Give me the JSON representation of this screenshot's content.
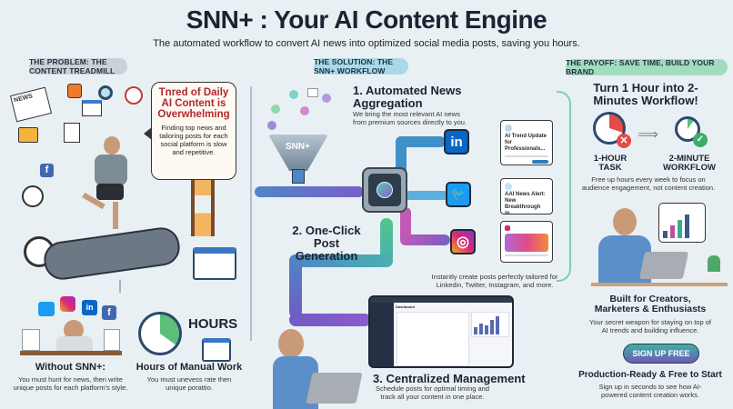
{
  "header": {
    "title": "SNN+ : Your AI Content Engine",
    "subtitle": "The automated workflow to convert AI news into optimized social media posts, saving you hours."
  },
  "problem": {
    "pill": "THE PROBLEM: THE CONTENT TREADMILL",
    "bubble_title": "Tnred of Daily AI Content is Overwhelming",
    "bubble_text": "Finding top news and tailoring posts for each social platform is slow and repetitive.",
    "news_label": "NEWS",
    "without_title": "Without SNN+:",
    "without_text": "You must hunt for news, then write unique posts for each platform's style.",
    "hours_label": "HOURS",
    "manual_title": "Hours of Manual Work",
    "manual_text": "You must unevess rate then unique porattio."
  },
  "solution": {
    "pill": "THE SOLUTION: THE SNN+ WORKFLOW",
    "funnel_label": "SNN+",
    "step1_title": "1. Automated News Aggregation",
    "step1_text": "We bring the most relevant AI news from premium sources directly to you.",
    "step2_title": "2. One-Click Post Generation",
    "step2_text": "Instantly create posts perfectly tailored for Linkedin, Twitter, Instagram, and more.",
    "step3_title": "3. Centralized Management",
    "step3_text": "Schedule posts for optimal timing and track all your content in one place.",
    "posts": [
      {
        "platform": "LinkedIn",
        "icon": "in",
        "text": "AI Trend Update for Professionals..."
      },
      {
        "platform": "Twitter",
        "icon": "🐦",
        "text": "AAI News Alert: New Breakthrough in..."
      },
      {
        "platform": "Instagram",
        "icon": "◎",
        "text": ""
      }
    ],
    "dashboard_title": "Dashboard"
  },
  "payoff": {
    "pill": "THE PAYOFF: SAVE TIME, BUILD YOUR BRAND",
    "headline": "Turn 1 Hour into 2-Minutes Workflow!",
    "task_label": "1-HOUR TASK",
    "workflow_label": "2-MINUTE WORKFLOW",
    "free_text": "Free up hours every week to focus on audience engagement, not content creation.",
    "built_title": "Built for Creators, Marketers & Enthusiasts",
    "built_text": "Your secret weapon for staying on top of AI trends and building influence.",
    "cta_label": "SIGN UP FREE",
    "prod_title": "Production-Ready & Free to Start",
    "prod_text": "Sign up in seconds to see how AI-powered content creation works."
  },
  "colors": {
    "background": "#e9f0f3",
    "problem_pill": "#c9d2d8",
    "solution_pill": "#a9d9e8",
    "payoff_pill": "#9fdcc0",
    "alert_red": "#b2262d",
    "linkedin": "#0a66c2",
    "twitter": "#1d9bf0"
  }
}
